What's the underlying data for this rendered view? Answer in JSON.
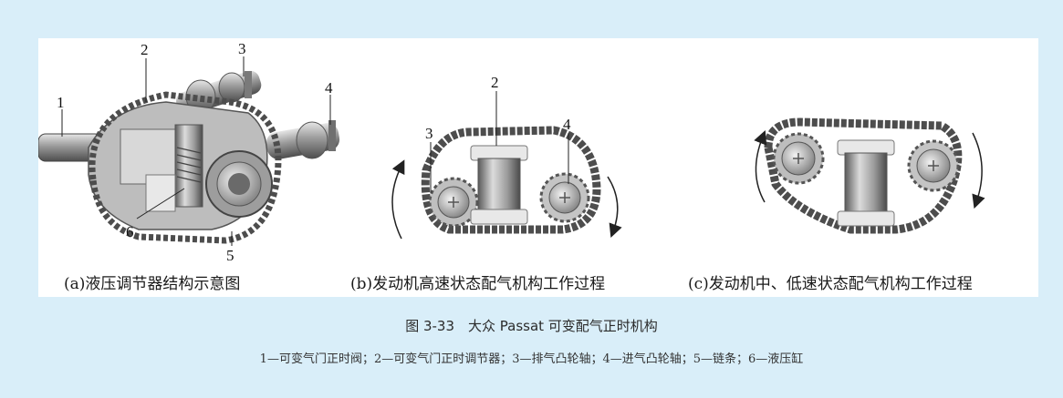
{
  "figure": {
    "panels": [
      {
        "caption": "(a)液压调节器结构示意图",
        "callouts": [
          "1",
          "2",
          "3",
          "4",
          "5",
          "6"
        ]
      },
      {
        "caption": "(b)发动机高速状态配气机构工作过程",
        "callouts": [
          "2",
          "3",
          "4"
        ]
      },
      {
        "caption": "(c)发动机中、低速状态配气机构工作过程",
        "callouts": []
      }
    ],
    "title": "图 3-33　大众 Passat 可变配气正时机构",
    "legend": "1—可变气门正时阀；2—可变气门正时调节器；3—排气凸轮轴；4—进气凸轮轴；5—链条；6—液压缸"
  },
  "colors": {
    "background": "#d9eef9",
    "panel": "#ffffff",
    "chain": "#5a5a5a",
    "metal": "#a8a8a8"
  }
}
